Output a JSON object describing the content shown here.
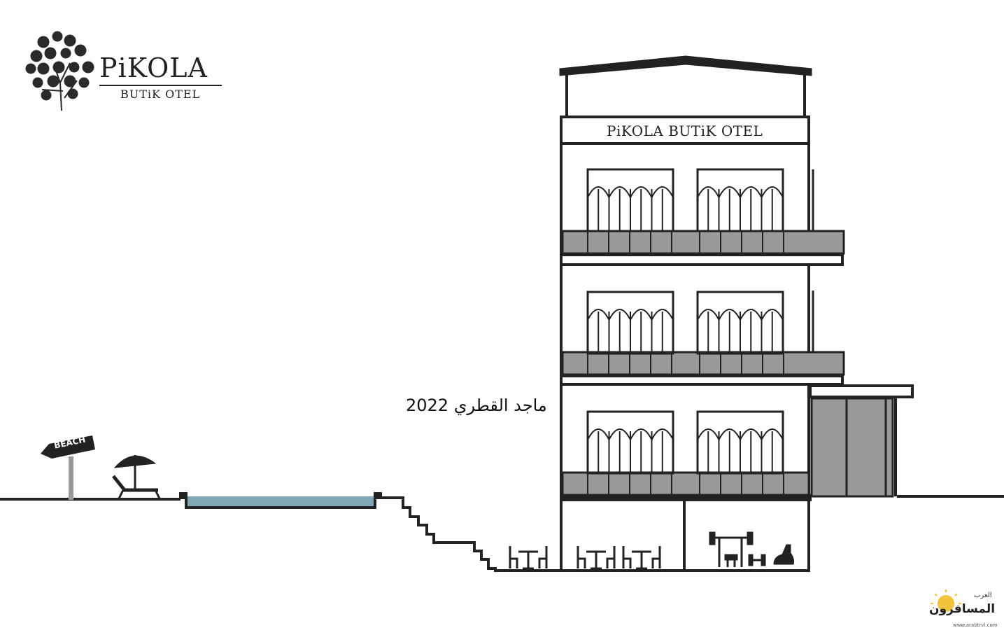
{
  "logo": {
    "name": "PiKOLA",
    "subtitle": "BUTiK OTEL"
  },
  "building": {
    "sign": "PiKOLA BUTiK OTEL",
    "floors": 3,
    "windows_per_floor": 2
  },
  "caption": "ماجد القطري 2022",
  "beach_sign": "BEACH",
  "watermark": {
    "top": "العرب",
    "main": "المسافرون",
    "url": "www.arabtrvl.com"
  },
  "colors": {
    "line": "#222222",
    "glass": "#999999",
    "pool": "#7fa8b5",
    "sun": "#f2c33d"
  }
}
